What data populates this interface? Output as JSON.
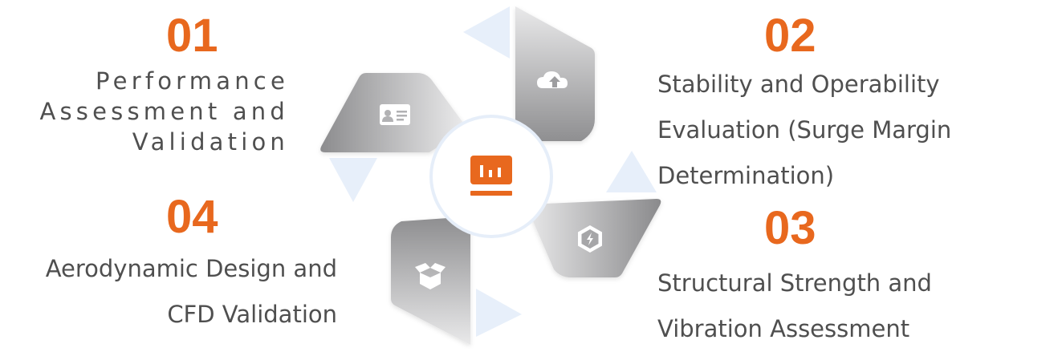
{
  "colors": {
    "accent": "#e8681e",
    "text": "#4f4f4f",
    "petal_light": "#e9e9ea",
    "petal_dark": "#8a8a8c",
    "triangle": "#e7effa",
    "center_ring": "#e6eef9"
  },
  "center": {
    "icon": "bar-chart-monitor-icon"
  },
  "items": [
    {
      "number": "01",
      "lines": [
        "Performance",
        "Assessment and",
        "Validation"
      ],
      "icon": "id-card-icon"
    },
    {
      "number": "02",
      "lines": [
        "Stability and Operability",
        "Evaluation (Surge Margin",
        "Determination)"
      ],
      "icon": "cloud-upload-icon"
    },
    {
      "number": "03",
      "lines": [
        "Structural Strength and",
        "Vibration Assessment"
      ],
      "icon": "lightning-hexagon-icon"
    },
    {
      "number": "04",
      "lines": [
        "Aerodynamic Design and",
        "CFD Validation"
      ],
      "icon": "open-box-icon"
    }
  ]
}
